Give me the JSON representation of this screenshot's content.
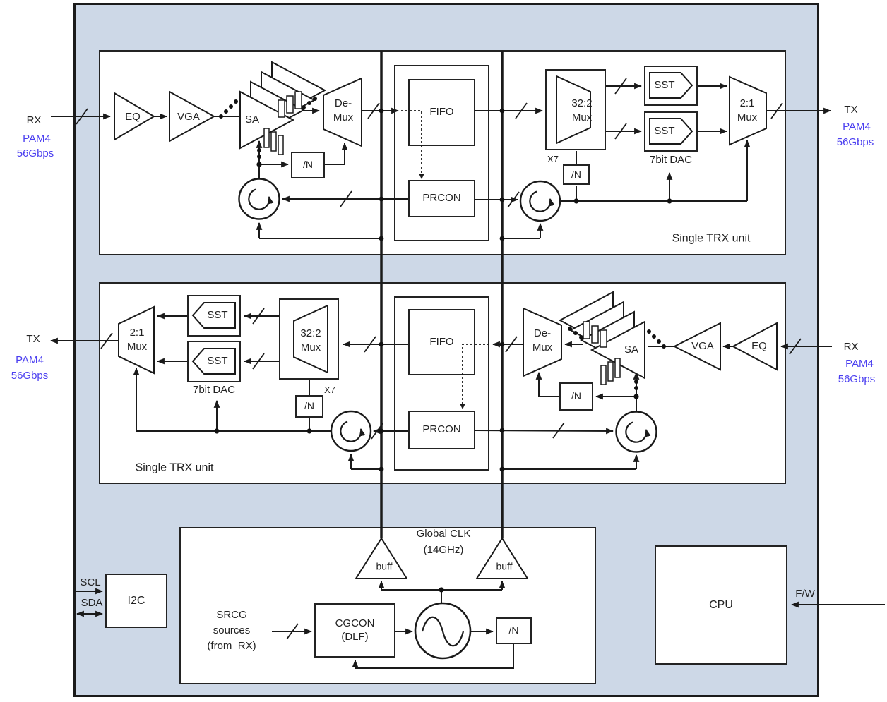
{
  "io": {
    "rx": "RX",
    "tx": "TX",
    "pam4": "PAM4",
    "rate": "56Gbps",
    "scl": "SCL",
    "sda": "SDA",
    "fw": "F/W"
  },
  "blocks": {
    "eq": "EQ",
    "vga": "VGA",
    "sa": "SA",
    "demux1": "De-",
    "demux2": "Mux",
    "fifo": "FIFO",
    "prcon": "PRCON",
    "mux32_1": "32:2",
    "mux32_2": "Mux",
    "mux21_1": "2:1",
    "mux21_2": "Mux",
    "sst": "SST",
    "divn": "/N",
    "x7": "X7",
    "dac": "7bit DAC",
    "i2c": "I2C",
    "cpu": "CPU",
    "buff": "buff",
    "cgcon1": "CGCON",
    "cgcon2": "(DLF)"
  },
  "labels": {
    "trx_unit": "Single TRX unit",
    "gclk1": "Global CLK",
    "gclk2": "(14GHz)",
    "srcg1": "SRCG",
    "srcg2": "sources",
    "srcg3": "(from  RX)"
  },
  "colors": {
    "chip_fill": "#cdd8e7",
    "line": "#1a1a1a",
    "text": "#222222",
    "accent": "#4b3ff0"
  }
}
